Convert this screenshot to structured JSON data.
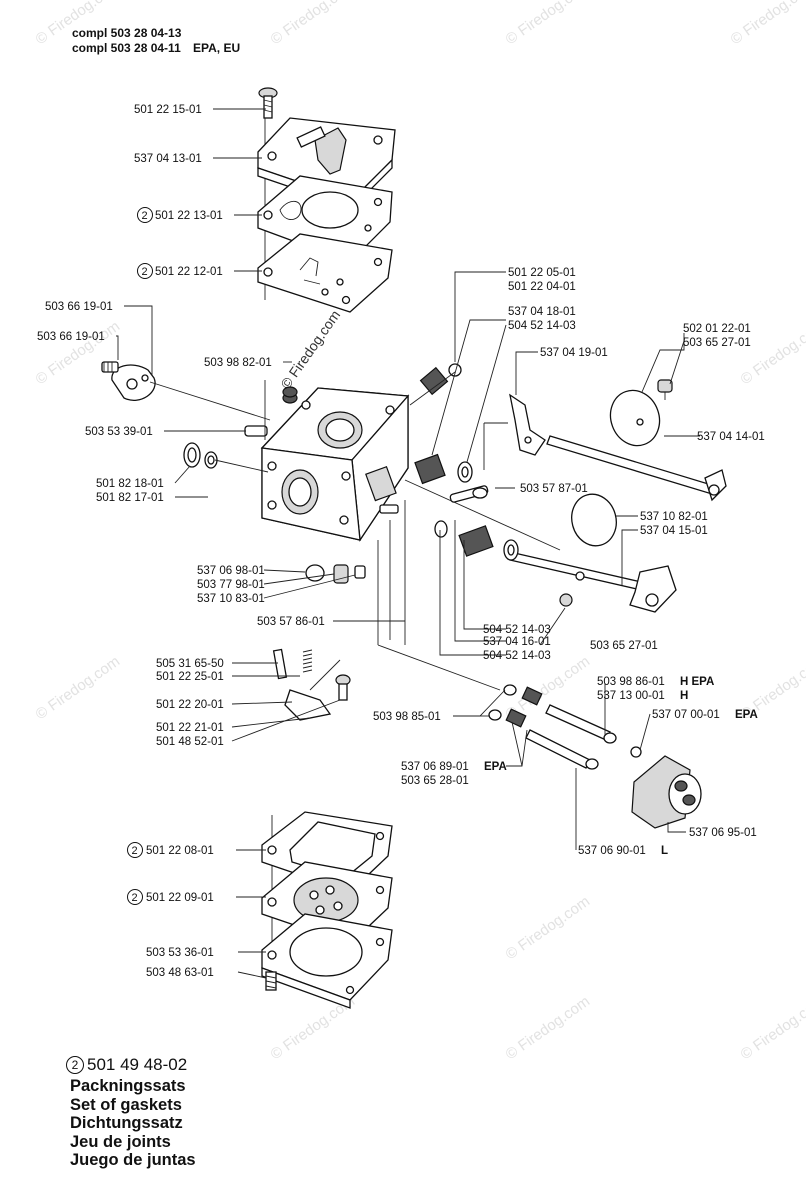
{
  "header": {
    "line1": "compl 503 28 04-13",
    "line2": "compl 503 28 04-11",
    "line2_suffix": "EPA, EU"
  },
  "watermark": "© Firedog.com",
  "kit_marker": "2",
  "labels": {
    "p1": "501 22 15-01",
    "p2": "537 04 13-01",
    "p3": "501 22 13-01",
    "p4": "501 22 12-01",
    "p5": "503 66 19-01",
    "p6": "503 66 19-01",
    "p7": "503 98 82-01",
    "p8": "503 53 39-01",
    "p9": "501 82 18-01",
    "p10": "501 82 17-01",
    "p11": "501 22 05-01",
    "p12": "501 22 04-01",
    "p13": "537 04 18-01",
    "p14": "504 52 14-03",
    "p15": "537 04 19-01",
    "p16": "502 01 22-01",
    "p17": "503 65 27-01",
    "p18": "537 04 14-01",
    "p19": "503 57 87-01",
    "p20": "537 10 82-01",
    "p21": "537 04 15-01",
    "p22": "537 06 98-01",
    "p23": "503 77 98-01",
    "p24": "537 10 83-01",
    "p25": "503 57 86-01",
    "p26": "504 52 14-03",
    "p27": "537 04 16-01",
    "p28": "504 52 14-03",
    "p29": "503 65 27-01",
    "p30": "505 31 65-50",
    "p31": "501 22 25-01",
    "p32": "501 22 20-01",
    "p33": "501 22 21-01",
    "p34": "501 48 52-01",
    "p35": "503 98 86-01",
    "p35_suffix": "H EPA",
    "p36": "537 13 00-01",
    "p36_suffix": "H",
    "p37": "537 07 00-01",
    "p37_suffix": "EPA",
    "p38": "503 98 85-01",
    "p39": "537 06 89-01",
    "p39_suffix": "EPA",
    "p40": "503 65 28-01",
    "p41": "537 06 95-01",
    "p42": "537 06 90-01",
    "p42_suffix": "L",
    "p43": "501 22 08-01",
    "p44": "501 22 09-01",
    "p45": "503 53 36-01",
    "p46": "503 48 63-01"
  },
  "kit": {
    "number": "501 49 48-02",
    "names": [
      "Packningssats",
      "Set of gaskets",
      "Dichtungssatz",
      "Jeu de joints",
      "Juego de juntas"
    ]
  }
}
